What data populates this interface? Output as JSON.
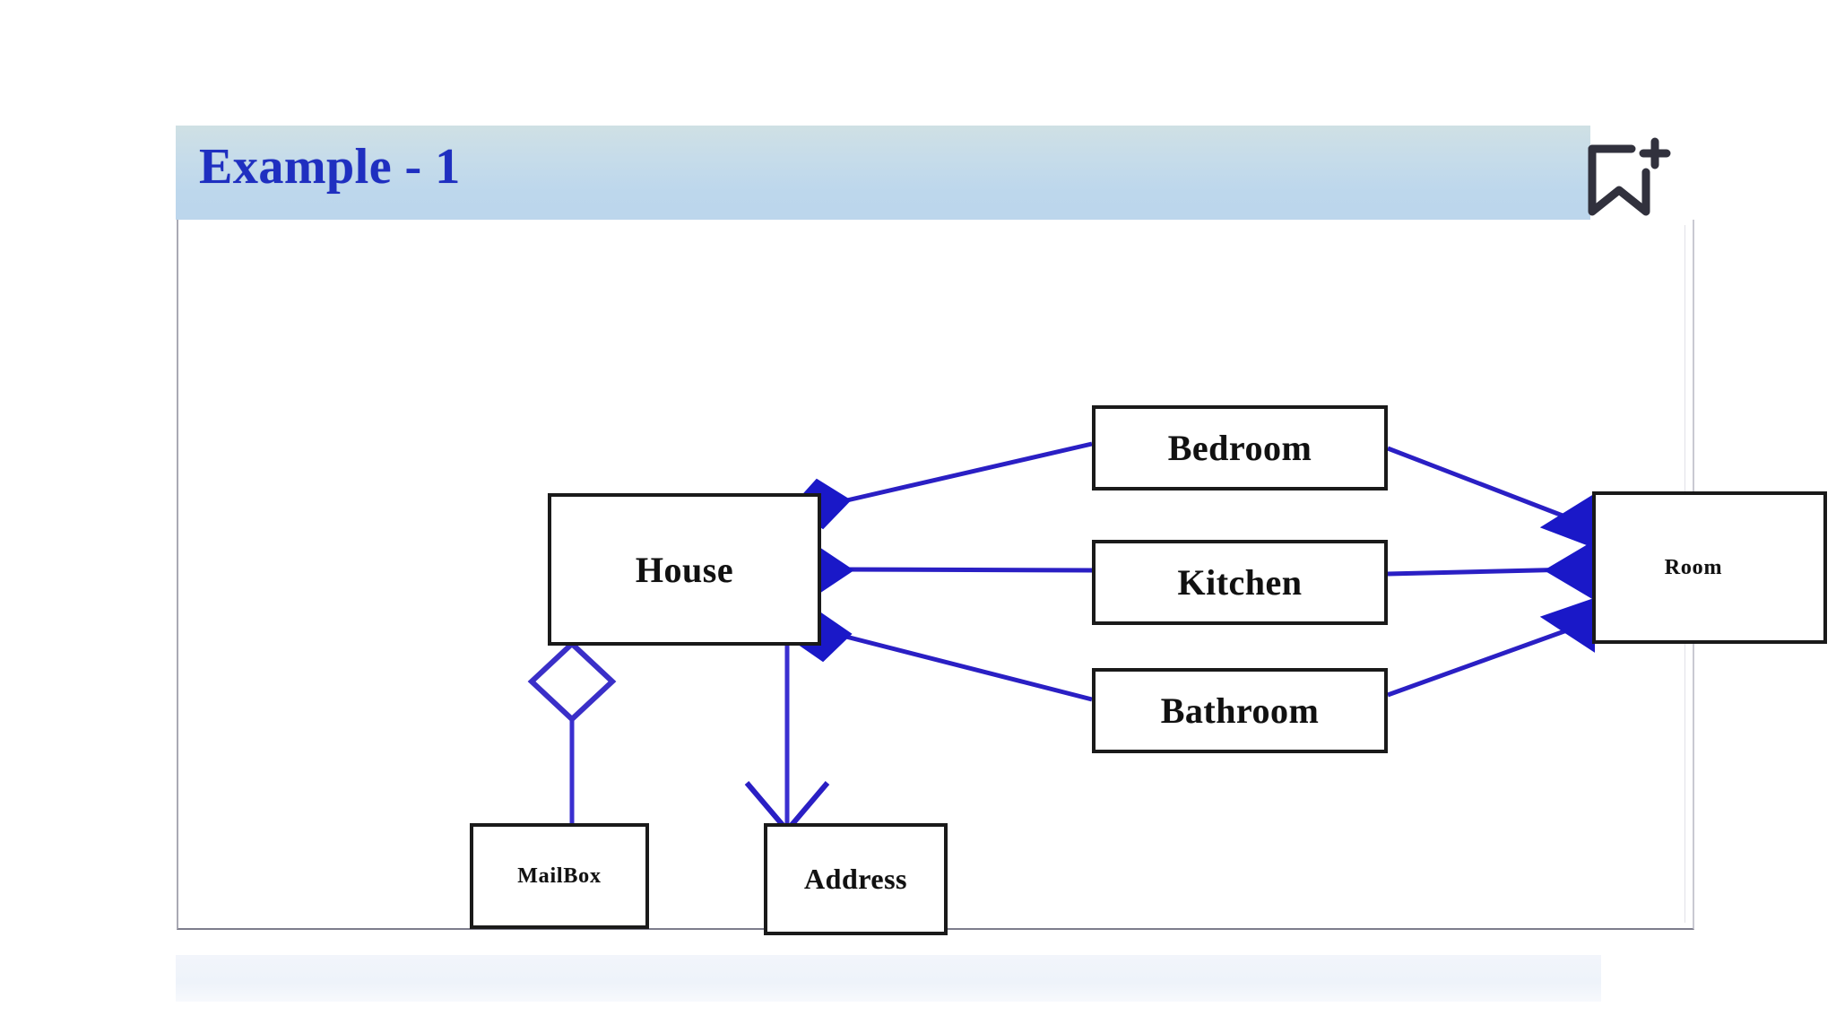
{
  "header": {
    "title": "Example - 1",
    "title_color": "#1f2fc0",
    "background_color": "#bdd7ec",
    "bookmark_icon": "bookmark-add-icon"
  },
  "panel": {
    "background_color": "#ffffff",
    "border_color": "#8a8a96"
  },
  "diagram": {
    "type": "uml-class-diagram",
    "line_color": "#2a1fc4",
    "box_border_color": "#1a1a1a",
    "boxes": [
      {
        "id": "house",
        "label": "House"
      },
      {
        "id": "bedroom",
        "label": "Bedroom"
      },
      {
        "id": "kitchen",
        "label": "Kitchen"
      },
      {
        "id": "bathroom",
        "label": "Bathroom"
      },
      {
        "id": "room",
        "label": "Room"
      },
      {
        "id": "mailbox",
        "label": "MailBox"
      },
      {
        "id": "address",
        "label": "Address"
      }
    ],
    "relationships": [
      {
        "from": "house",
        "to": "bedroom",
        "type": "composition",
        "symbol": "filled-diamond"
      },
      {
        "from": "house",
        "to": "kitchen",
        "type": "composition",
        "symbol": "filled-diamond"
      },
      {
        "from": "house",
        "to": "bathroom",
        "type": "composition",
        "symbol": "filled-diamond"
      },
      {
        "from": "house",
        "to": "mailbox",
        "type": "aggregation",
        "symbol": "hollow-diamond"
      },
      {
        "from": "house",
        "to": "address",
        "type": "association",
        "symbol": "open-arrow"
      },
      {
        "from": "bedroom",
        "to": "room",
        "type": "generalization",
        "symbol": "filled-triangle"
      },
      {
        "from": "kitchen",
        "to": "room",
        "type": "generalization",
        "symbol": "filled-triangle"
      },
      {
        "from": "bathroom",
        "to": "room",
        "type": "generalization",
        "symbol": "filled-triangle"
      }
    ]
  }
}
